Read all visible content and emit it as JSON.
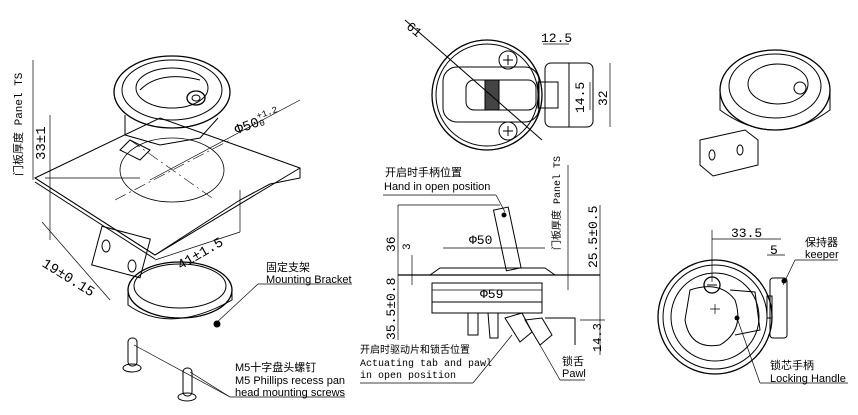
{
  "iso_view": {
    "panel_thickness_label": "门板厚度 Panel TS",
    "dim_height": "33±1",
    "dim_cutout_diameter": "Φ50",
    "dim_cutout_tolerance_upper": "+1.2",
    "dim_cutout_tolerance_lower": "0",
    "dim_depth": "41±1.5",
    "dim_offset": "19±0.15",
    "mounting_bracket_cn": "固定支架",
    "mounting_bracket_en": "Mounting Bracket",
    "screws_cn": "M5十字盘头螺钉",
    "screws_en_line1": "M5 Phillips recess pan",
    "screws_en_line2": "head mounting screws"
  },
  "top_view": {
    "dim_diameter": "61",
    "dim_keeper_width": "12.5",
    "dim_pawl_width": "14.5",
    "dim_keeper_height": "32"
  },
  "side_view": {
    "hand_open_cn": "开启时手柄位置",
    "hand_open_en": "Hand in open position",
    "dim_handle_height": "36",
    "dim_flange": "3",
    "dim_top_diameter": "Φ50",
    "panel_thickness_label": "门板厚度 Panel TS",
    "dim_panel_range": "25.5±0.5",
    "dim_body_diameter": "Φ59",
    "dim_body_depth": "35.5±0.8",
    "dim_pawl_height": "14.3",
    "actuating_cn": "开启时驱动片和锁舌位置",
    "actuating_en_line1": "Actuating tab and pawl",
    "actuating_en_line2": "in open position",
    "pawl_cn": "锁舌",
    "pawl_en": "Pawl"
  },
  "front_view": {
    "dim_handle_offset": "33.5",
    "dim_keeper_thickness": "5",
    "keeper_cn": "保持器",
    "keeper_en": "keeper",
    "locking_handle_cn": "锁芯手柄",
    "locking_handle_en": "Locking Handle"
  }
}
